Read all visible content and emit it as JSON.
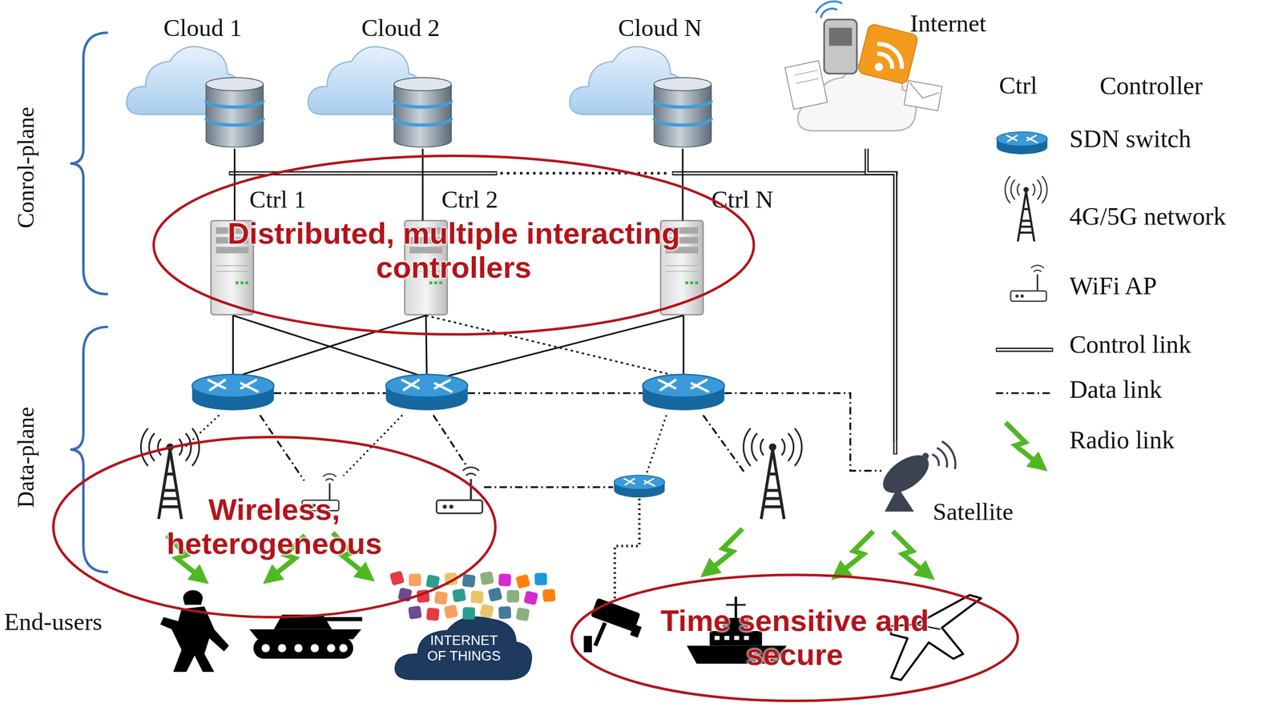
{
  "diagram": {
    "nodes": [
      {
        "text": [
          "Cloud 1"
        ]
      },
      {
        "text": [
          "Cloud 2"
        ]
      },
      {
        "text": [
          "Cloud N"
        ]
      },
      {
        "text": [
          "Internet"
        ]
      },
      {
        "text": [
          "Ctrl 1"
        ]
      },
      {
        "text": [
          "Ctrl 2"
        ]
      },
      {
        "text": [
          "Ctrl N"
        ]
      },
      {
        "text": [
          "Distributed, multiple interacting controllers"
        ]
      },
      {
        "text": [
          "Satellite"
        ]
      },
      {
        "text": [
          "Wireless, heterogeneous"
        ]
      },
      {
        "text": [
          "INTERNET OF THINGS"
        ]
      },
      {
        "text": [
          "Time sensitive and secure"
        ]
      }
    ],
    "edges": [
      {
        "from": 0,
        "to": 4,
        "arrow": "none"
      },
      {
        "from": 1,
        "to": 5,
        "arrow": "none"
      },
      {
        "from": 2,
        "to": 6,
        "arrow": "none"
      },
      {
        "from": 3,
        "to": 8,
        "arrow": "none"
      }
    ],
    "labels": [
      "Conrol-plane",
      "Data-plane",
      "End-users",
      "Ctrl"
    ],
    "legend": [
      {
        "text": "Controller"
      },
      {
        "text": "SDN switch"
      },
      {
        "text": "4G/5G network"
      },
      {
        "text": "WiFi AP"
      },
      {
        "text": "Control link"
      },
      {
        "text": "Data link"
      },
      {
        "text": "Radio link"
      }
    ]
  }
}
